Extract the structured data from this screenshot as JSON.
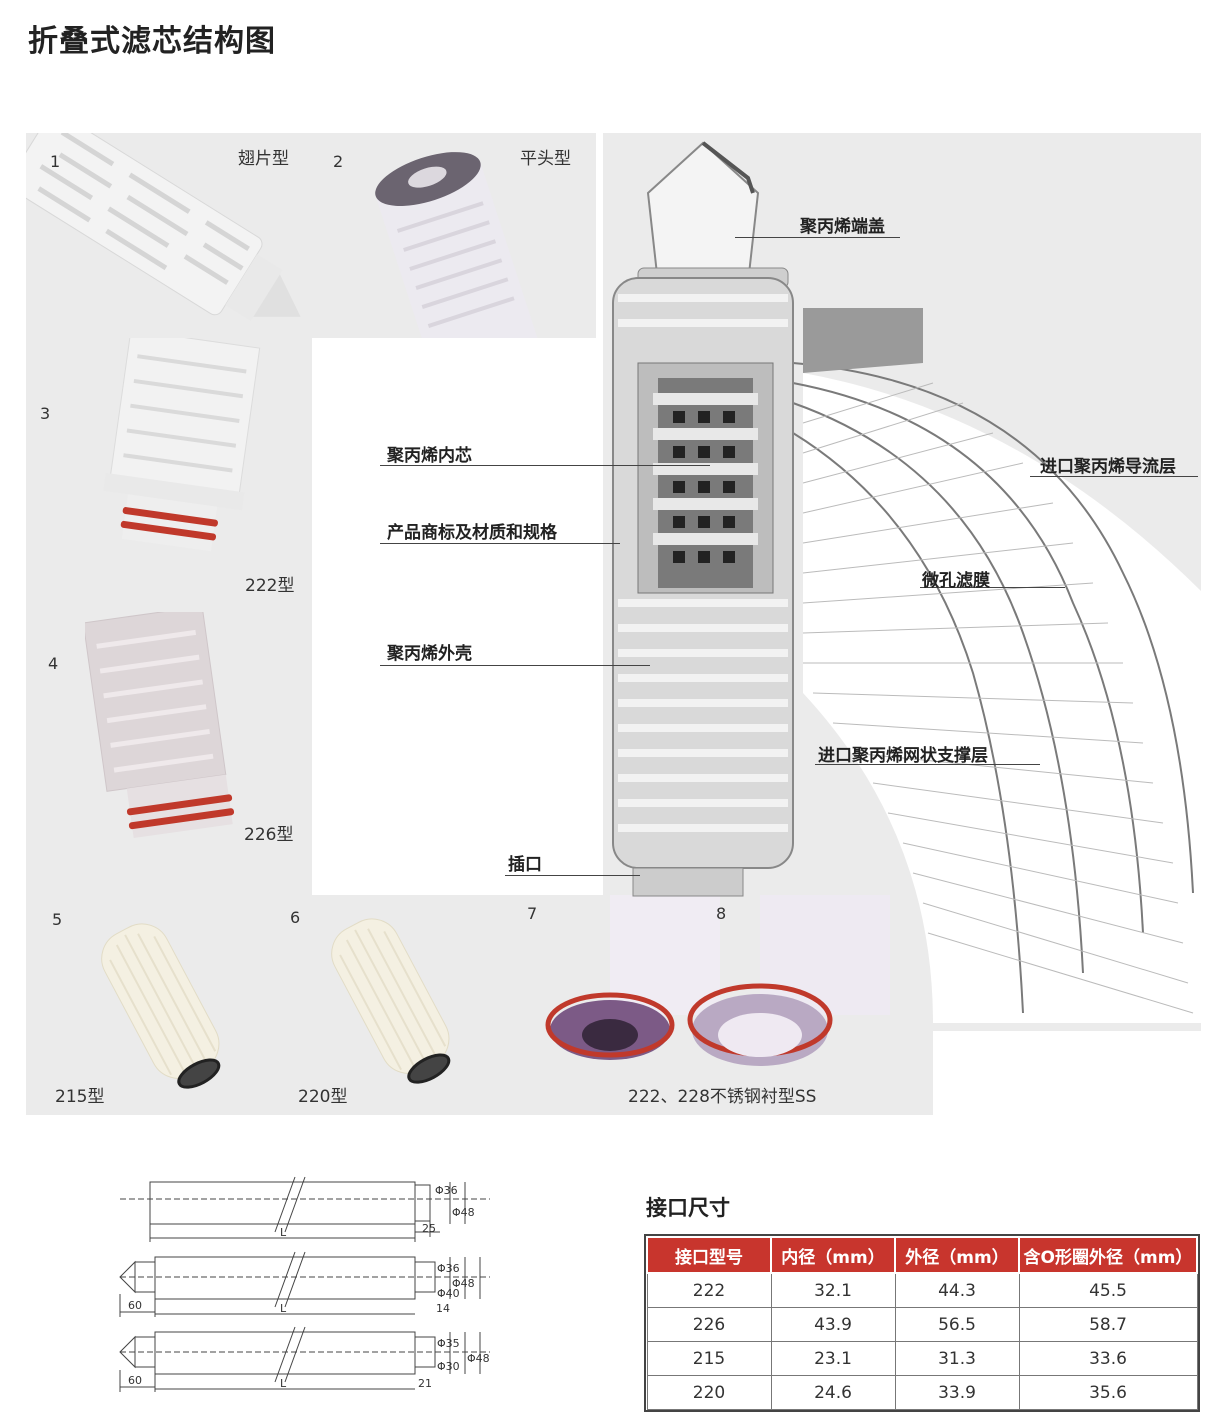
{
  "page_title": "折叠式滤芯结构图",
  "photos": [
    {
      "num": "1",
      "label": "翅片型"
    },
    {
      "num": "2",
      "label": "平头型"
    },
    {
      "num": "3",
      "label": "222型"
    },
    {
      "num": "4",
      "label": "226型"
    },
    {
      "num": "5",
      "label": "215型"
    },
    {
      "num": "6",
      "label": "220型"
    },
    {
      "num": "7",
      "label": "222、228不锈钢衬型SS"
    },
    {
      "num": "8",
      "label": ""
    }
  ],
  "callouts": {
    "end_cap": "聚丙烯端盖",
    "inlet_drainage": "进口聚丙烯导流层",
    "inner_core": "聚丙烯内芯",
    "trademark": "产品商标及材质和规格",
    "membrane": "微孔滤膜",
    "outer_shell": "聚丙烯外壳",
    "support_layer": "进口聚丙烯网状支撑层",
    "socket": "插口"
  },
  "drawings": {
    "d1": {
      "L": "L",
      "a": "25",
      "h1": "Φ36",
      "h2": "Φ48"
    },
    "d2": {
      "L": "L",
      "left": "60",
      "a": "14",
      "h1": "Φ36",
      "h2": "Φ48",
      "h3": "Φ40"
    },
    "d3": {
      "L": "L",
      "left": "60",
      "a": "21",
      "h1": "Φ35",
      "h2": "Φ48",
      "h3": "Φ30"
    }
  },
  "spec": {
    "title": "接口尺寸",
    "headers": [
      "接口型号",
      "内径（mm）",
      "外径（mm）",
      "含O形圈外径（mm）"
    ],
    "rows": [
      [
        "222",
        "32.1",
        "44.3",
        "45.5"
      ],
      [
        "226",
        "43.9",
        "56.5",
        "58.7"
      ],
      [
        "215",
        "23.1",
        "31.3",
        "33.6"
      ],
      [
        "220",
        "24.6",
        "33.9",
        "35.6"
      ]
    ]
  }
}
